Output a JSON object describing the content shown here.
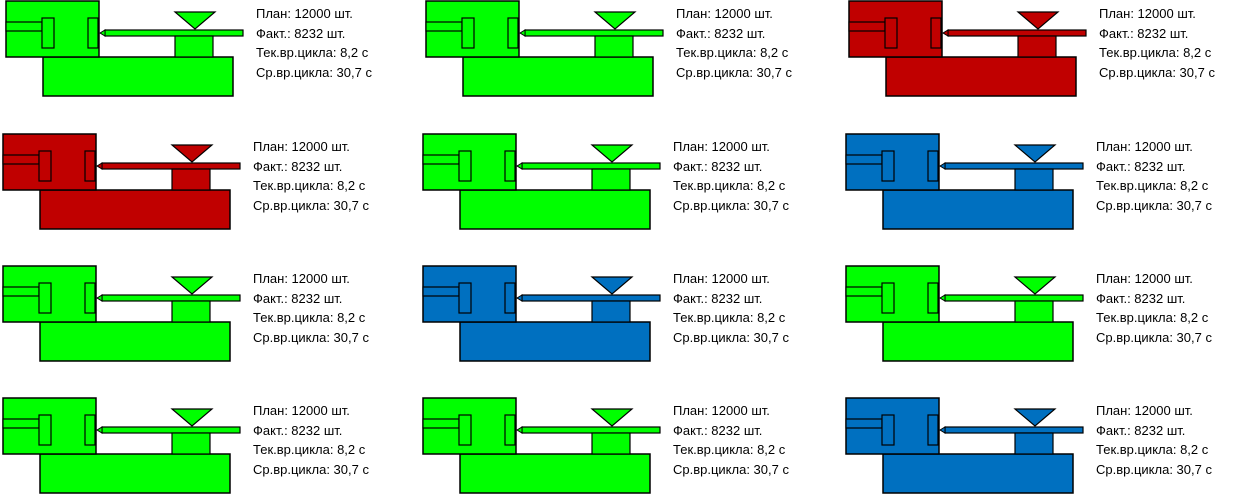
{
  "colors": {
    "green": "#00ff00",
    "red": "#c00000",
    "blue": "#0070c0",
    "outline": "#000000"
  },
  "machines": [
    {
      "status_color": "green",
      "plan": "План: 12000 шт.",
      "fact": "Факт.: 8232 шт.",
      "current_cycle": "Тек.вр.цикла: 8,2 с",
      "avg_cycle": "Ср.вр.цикла: 30,7 с"
    },
    {
      "status_color": "green",
      "plan": "План: 12000 шт.",
      "fact": "Факт.: 8232 шт.",
      "current_cycle": "Тек.вр.цикла: 8,2 с",
      "avg_cycle": "Ср.вр.цикла: 30,7 с"
    },
    {
      "status_color": "red",
      "plan": "План: 12000 шт.",
      "fact": "Факт.: 8232 шт.",
      "current_cycle": "Тек.вр.цикла: 8,2 с",
      "avg_cycle": "Ср.вр.цикла: 30,7 с"
    },
    {
      "status_color": "red",
      "plan": "План: 12000 шт.",
      "fact": "Факт.: 8232 шт.",
      "current_cycle": "Тек.вр.цикла: 8,2 с",
      "avg_cycle": "Ср.вр.цикла: 30,7 с"
    },
    {
      "status_color": "green",
      "plan": "План: 12000 шт.",
      "fact": "Факт.: 8232 шт.",
      "current_cycle": "Тек.вр.цикла: 8,2 с",
      "avg_cycle": "Ср.вр.цикла: 30,7 с"
    },
    {
      "status_color": "blue",
      "plan": "План: 12000 шт.",
      "fact": "Факт.: 8232 шт.",
      "current_cycle": "Тек.вр.цикла: 8,2 с",
      "avg_cycle": "Ср.вр.цикла: 30,7 с"
    },
    {
      "status_color": "green",
      "plan": "План: 12000 шт.",
      "fact": "Факт.: 8232 шт.",
      "current_cycle": "Тек.вр.цикла: 8,2 с",
      "avg_cycle": "Ср.вр.цикла: 30,7 с"
    },
    {
      "status_color": "blue",
      "plan": "План: 12000 шт.",
      "fact": "Факт.: 8232 шт.",
      "current_cycle": "Тек.вр.цикла: 8,2 с",
      "avg_cycle": "Ср.вр.цикла: 30,7 с"
    },
    {
      "status_color": "green",
      "plan": "План: 12000 шт.",
      "fact": "Факт.: 8232 шт.",
      "current_cycle": "Тек.вр.цикла: 8,2 с",
      "avg_cycle": "Ср.вр.цикла: 30,7 с"
    },
    {
      "status_color": "green",
      "plan": "План: 12000 шт.",
      "fact": "Факт.: 8232 шт.",
      "current_cycle": "Тек.вр.цикла: 8,2 с",
      "avg_cycle": "Ср.вр.цикла: 30,7 с"
    },
    {
      "status_color": "green",
      "plan": "План: 12000 шт.",
      "fact": "Факт.: 8232 шт.",
      "current_cycle": "Тек.вр.цикла: 8,2 с",
      "avg_cycle": "Ср.вр.цикла: 30,7 с"
    },
    {
      "status_color": "blue",
      "plan": "План: 12000 шт.",
      "fact": "Факт.: 8232 шт.",
      "current_cycle": "Тек.вр.цикла: 8,2 с",
      "avg_cycle": "Ср.вр.цикла: 30,7 с"
    }
  ]
}
